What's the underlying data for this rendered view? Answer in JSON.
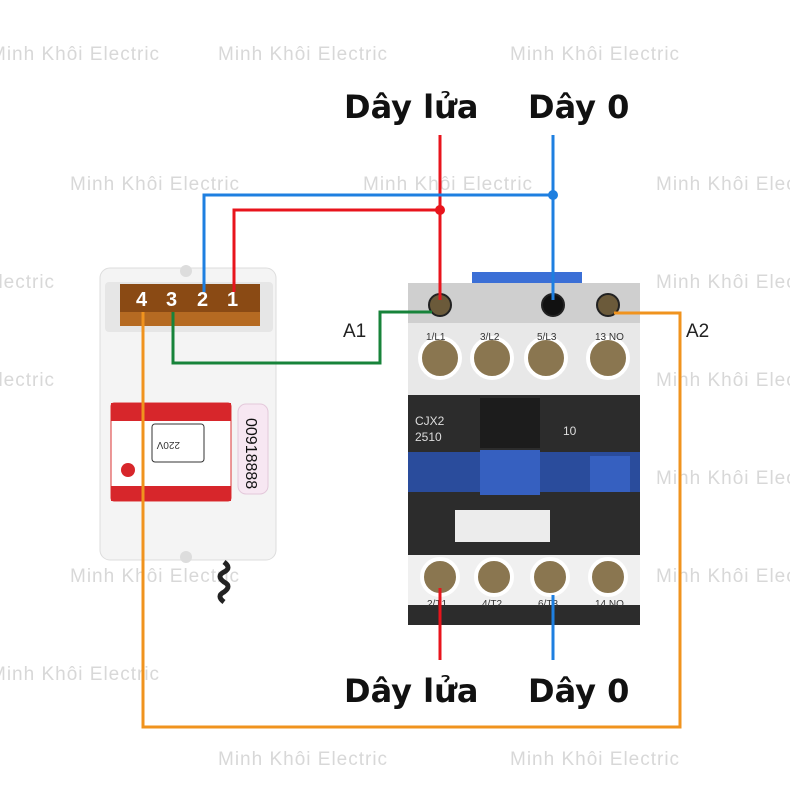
{
  "watermark": "Minh Khôi Electric",
  "labels": {
    "top_live": "Dây lửa",
    "top_neutral": "Dây 0",
    "bottom_live": "Dây lửa",
    "bottom_neutral": "Dây 0",
    "coil_a1": "A1",
    "coil_a2": "A2"
  },
  "receiver": {
    "terminals": [
      "4",
      "3",
      "2",
      "1"
    ],
    "serial": "00918888",
    "voltage": "220V"
  },
  "contactor": {
    "model_line1": "CJX2",
    "model_line2": "2510",
    "aux": "10",
    "top_terminals": [
      "1/L1",
      "3/L2",
      "5/L3",
      "13 NO"
    ],
    "bottom_terminals": [
      "2/T1",
      "4/T2",
      "6/T3",
      "14 NO"
    ]
  },
  "colors": {
    "live": "#e8141c",
    "neutral": "#1e7fe0",
    "green": "#17833a",
    "orange": "#f0931e"
  }
}
